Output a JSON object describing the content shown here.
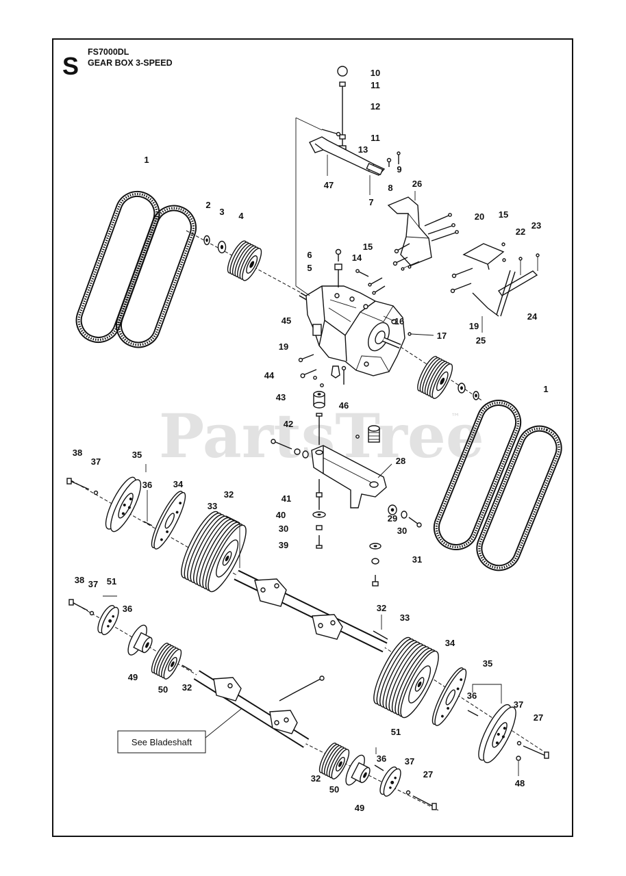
{
  "header": {
    "section_letter": "S",
    "model": "FS7000DL",
    "title": "GEAR BOX 3-SPEED"
  },
  "callouts": [
    "10",
    "11",
    "12",
    "11",
    "13",
    "9",
    "8",
    "47",
    "7",
    "26",
    "1",
    "2",
    "3",
    "4",
    "20",
    "15",
    "22",
    "23",
    "6",
    "15",
    "5",
    "14",
    "45",
    "16",
    "19",
    "17",
    "24",
    "25",
    "19",
    "44",
    "43",
    "46",
    "1",
    "42",
    "28",
    "38",
    "37",
    "35",
    "36",
    "34",
    "32",
    "41",
    "33",
    "40",
    "30",
    "29",
    "30",
    "39",
    "31",
    "38",
    "37",
    "51",
    "36",
    "32",
    "33",
    "34",
    "35",
    "49",
    "50",
    "32",
    "36",
    "37",
    "27",
    "51",
    "36",
    "37",
    "32",
    "50",
    "27",
    "49",
    "48"
  ],
  "note": {
    "see_bladeshaft": "See Bladeshaft"
  },
  "watermark": {
    "brand": "PartsTree",
    "trademark": "™"
  }
}
